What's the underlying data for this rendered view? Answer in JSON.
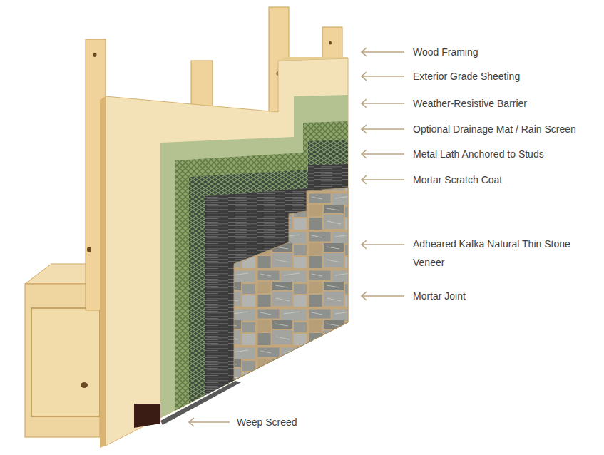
{
  "diagram": {
    "labels": [
      "Wood Framing",
      "Exterior Grade Sheeting",
      "Weather-Resistive Barrier",
      "Optional Drainage Mat / Rain Screen",
      "Metal Lath Anchored to Studs",
      "Mortar Scratch Coat",
      "Adheared Kafka Natural Thin Stone Veneer",
      "Mortar Joint",
      "Weep Screed"
    ]
  }
}
